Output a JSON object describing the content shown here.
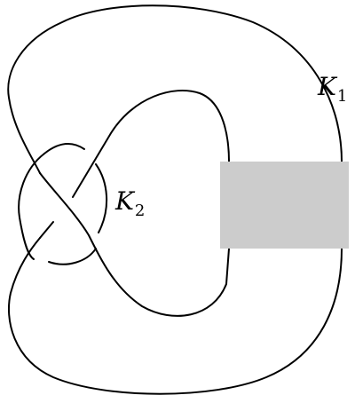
{
  "diagram": {
    "labels": {
      "k1": {
        "letter": "K",
        "index": "1"
      },
      "k2": {
        "letter": "K",
        "index": "2"
      }
    },
    "tangle_box_color": "#cccccc",
    "stroke_color": "#000000",
    "background_color": "#ffffff"
  }
}
